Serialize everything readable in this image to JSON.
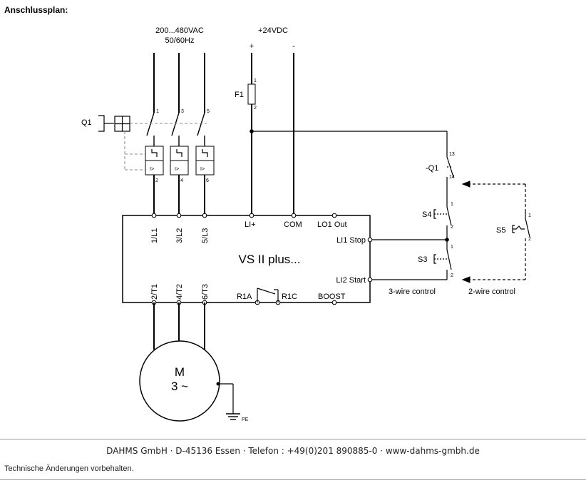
{
  "heading": "Anschlussplan:",
  "supply": {
    "ac_voltage": "200...480VAC",
    "ac_frequency": "50/60Hz",
    "dc_voltage": "+24VDC",
    "dc_plus": "+",
    "dc_minus": "-"
  },
  "components": {
    "breaker": "Q1",
    "breaker_aux": "-Q1",
    "fuse": "F1",
    "stop_button": "S4",
    "start_button": "S3",
    "two_wire_switch": "S5",
    "motor_letter": "M",
    "motor_phase": "3 ~",
    "pe": "PE"
  },
  "terminal_numbers": {
    "pole1_top": "1",
    "pole2_top": "3",
    "pole3_top": "5",
    "pole1_bottom": "2",
    "pole2_bottom": "4",
    "pole3_bottom": "6",
    "fuse_top": "1",
    "fuse_bottom": "2",
    "aux_top": "13",
    "aux_bottom": "14",
    "s4_top": "1",
    "s4_bottom": "2",
    "s3_top": "1",
    "s3_bottom": "2",
    "s5_top": "1",
    "s5_bottom": "2",
    "trip_symbol": "I>"
  },
  "controller": {
    "name": "VS II plus...",
    "inputs": [
      "1/L1",
      "3/L2",
      "5/L3"
    ],
    "outputs": [
      "2/T1",
      "4/T2",
      "6/T3"
    ],
    "li_plus": "LI+",
    "com": "COM",
    "lo1": "LO1 Out",
    "li1": "LI1 Stop",
    "li2": "LI2 Start",
    "r1a": "R1A",
    "r1c": "R1C",
    "boost": "BOOST"
  },
  "captions": {
    "three_wire": "3-wire control",
    "two_wire": "2-wire control"
  },
  "footer": {
    "address": "DAHMS GmbH  · D-45136 Essen  · Telefon : +49(0)201 890885-0  · www-dahms-gmbh.de",
    "note": "Technische Änderungen vorbehalten."
  }
}
